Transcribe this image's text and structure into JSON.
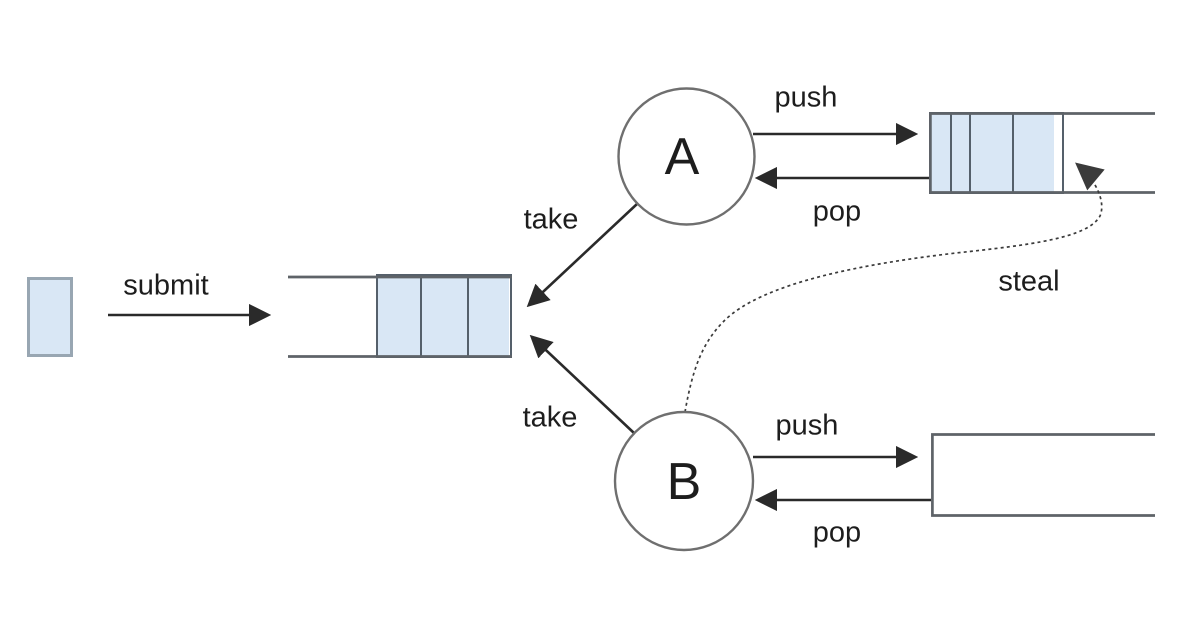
{
  "colors": {
    "background": "#ffffff",
    "task_fill": "#d9e7f5",
    "task_border": "#98a6b2",
    "cell_border": "#55606b",
    "outline": "#5e6368",
    "arrow": "#2a2a2a",
    "steal": "#3b3b3b",
    "circle_border": "#6f6f6f",
    "text": "#1d1d1d"
  },
  "workers": {
    "a": {
      "label": "A"
    },
    "b": {
      "label": "B"
    }
  },
  "labels": {
    "submit": "submit",
    "take_top": "take",
    "take_bottom": "take",
    "push_a": "push",
    "pop_a": "pop",
    "push_b": "push",
    "pop_b": "pop",
    "steal": "steal"
  },
  "queues": {
    "submission": {
      "cell_widths": [
        42,
        47,
        42
      ]
    },
    "deque_a": {
      "cell_widths": [
        19,
        19,
        43,
        42
      ]
    },
    "deque_b": {
      "cell_widths": []
    }
  }
}
